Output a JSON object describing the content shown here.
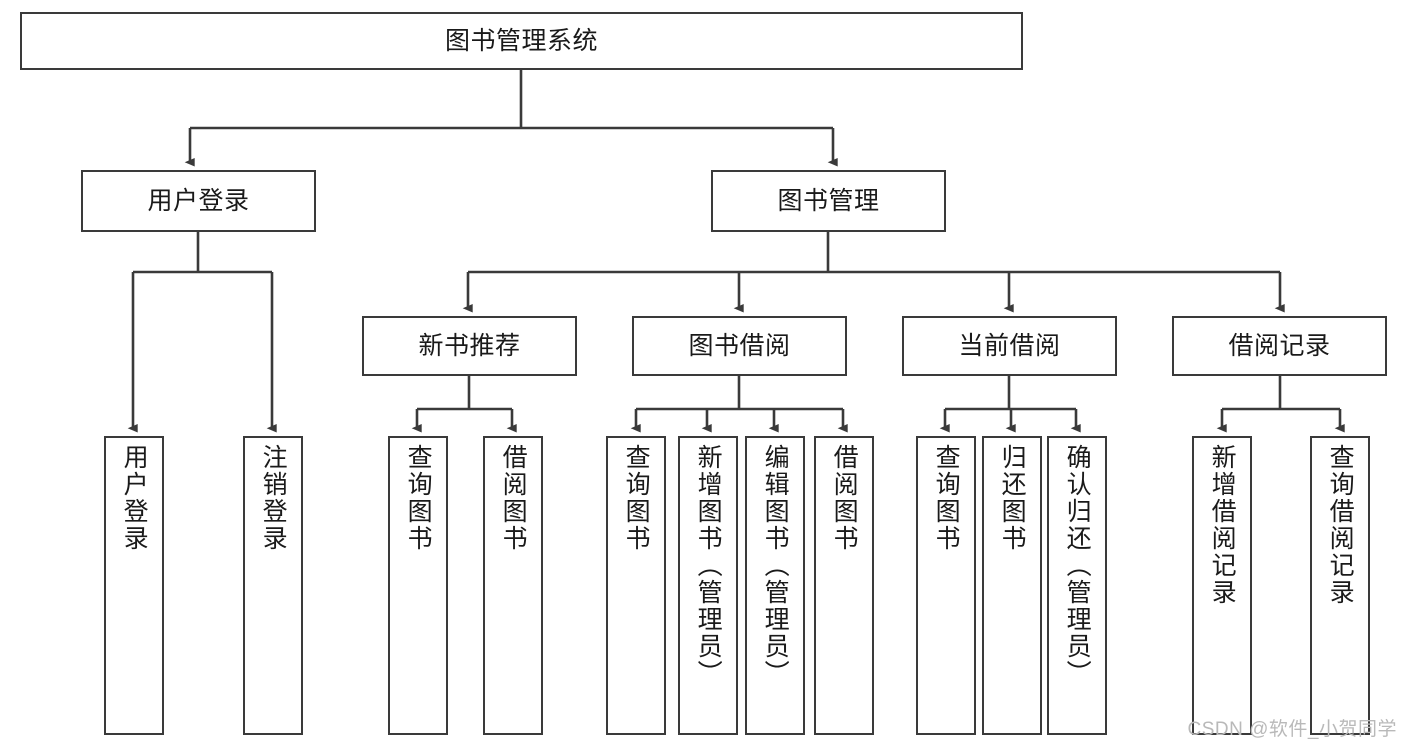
{
  "diagram": {
    "title": "图书管理系统",
    "type": "hierarchy-tree",
    "watermark": "CSDN @软件_小贺同学",
    "colors": {
      "stroke": "#3a3a3a",
      "fill": "#ffffff",
      "text": "#1a1a1a",
      "watermark": "#b9b9b9"
    },
    "levels": {
      "root": {
        "label": "图书管理系统"
      },
      "level2": [
        {
          "label": "用户登录"
        },
        {
          "label": "图书管理"
        }
      ],
      "level3": [
        {
          "label": "新书推荐"
        },
        {
          "label": "图书借阅"
        },
        {
          "label": "当前借阅"
        },
        {
          "label": "借阅记录"
        }
      ],
      "leaves": {
        "user_login": [
          {
            "label": "用户登录"
          },
          {
            "label": "注销登录"
          }
        ],
        "new_book_recommend": [
          {
            "label": "查询图书"
          },
          {
            "label": "借阅图书"
          }
        ],
        "book_borrow": [
          {
            "label": "查询图书"
          },
          {
            "label": "新增图书（管理员）"
          },
          {
            "label": "编辑图书（管理员）"
          },
          {
            "label": "借阅图书"
          }
        ],
        "current_borrow": [
          {
            "label": "查询图书"
          },
          {
            "label": "归还图书"
          },
          {
            "label": "确认归还（管理员）"
          }
        ],
        "borrow_record": [
          {
            "label": "新增借阅记录"
          },
          {
            "label": "查询借阅记录"
          }
        ]
      }
    }
  }
}
